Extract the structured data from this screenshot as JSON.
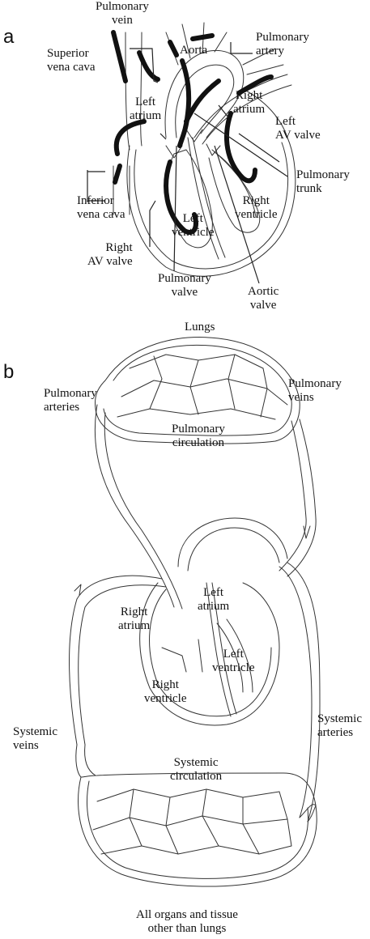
{
  "panel_a": {
    "letter": "a",
    "labels": {
      "pulmonary_vein": "Pulmonary\nvein",
      "superior_vena_cava": "Superior\nvena cava",
      "aorta": "Aorta",
      "pulmonary_artery": "Pulmonary\nartery",
      "left_atrium": "Left\natrium",
      "right_atrium": "Right\natrium",
      "left_av_valve": "Left\nAV valve",
      "pulmonary_trunk": "Pulmonary\ntrunk",
      "inferior_vena_cava": "Inferior\nvena cava",
      "right_ventricle": "Right\nventricle",
      "left_ventricle": "Left\nventricle",
      "right_av_valve": "Right\nAV valve",
      "pulmonary_valve": "Pulmonary\nvalve",
      "aortic_valve": "Aortic\nvalve"
    }
  },
  "panel_b": {
    "letter": "b",
    "labels": {
      "lungs": "Lungs",
      "pulmonary_arteries": "Pulmonary\narteries",
      "pulmonary_veins": "Pulmonary\nveins",
      "pulmonary_circulation": "Pulmonary\ncirculation",
      "left_atrium": "Left\natrium",
      "right_atrium": "Right\natrium",
      "left_ventricle": "Left\nventricle",
      "right_ventricle": "Right\nventricle",
      "systemic_arteries": "Systemic\narteries",
      "systemic_veins": "Systemic\nveins",
      "systemic_circulation": "Systemic\ncirculation",
      "organs": "All organs and tissue\nother than lungs"
    }
  }
}
